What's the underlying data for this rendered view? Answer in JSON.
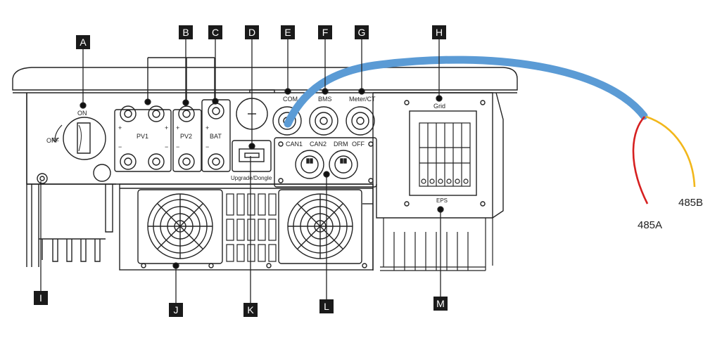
{
  "callouts": {
    "A": "A",
    "B": "B",
    "C": "C",
    "D": "D",
    "E": "E",
    "F": "F",
    "G": "G",
    "H": "H",
    "I": "I",
    "J": "J",
    "K": "K",
    "L": "L",
    "M": "M"
  },
  "switch": {
    "on": "ON",
    "off": "OFF"
  },
  "ports": {
    "pv1": "PV1",
    "pv2": "PV2",
    "bat": "BAT",
    "com": "COM",
    "bms": "BMS",
    "meter": "Meter/CT",
    "grid": "Grid",
    "eps": "EPS",
    "upgrade": "Upgrade/Dongle",
    "can1": "CAN1",
    "can2": "CAN2",
    "drm": "DRM",
    "off": "OFF",
    "plus": "+",
    "minus": "−"
  },
  "wires": {
    "a": "485A",
    "b": "485B"
  },
  "colors": {
    "cable": "#5b9bd5",
    "wire_a": "#d62020",
    "wire_b": "#f2b71b",
    "callout_bg": "#1a1a1a"
  }
}
